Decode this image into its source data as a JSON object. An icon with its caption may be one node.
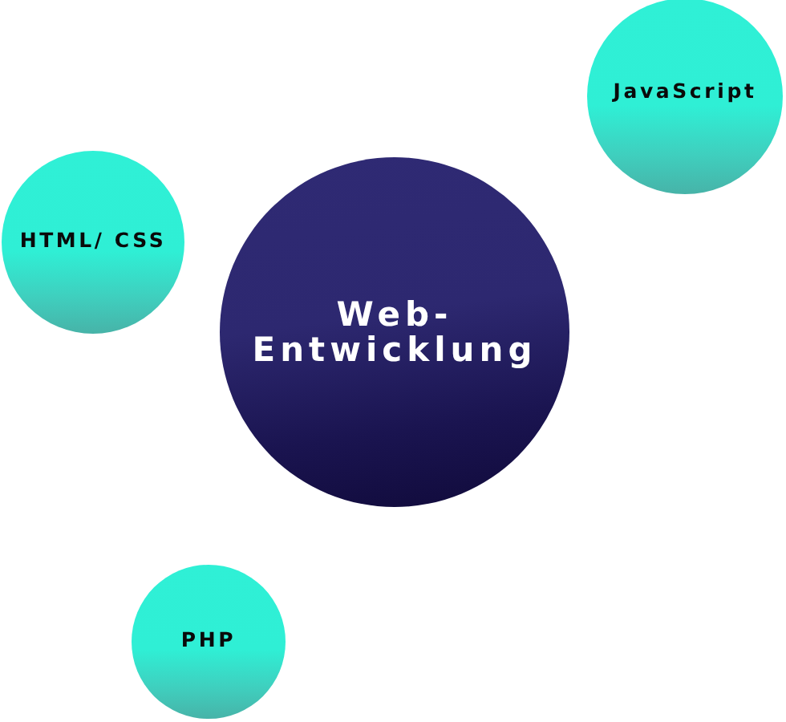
{
  "diagram": {
    "nodes": [
      {
        "text": [
          "JavaScript"
        ]
      },
      {
        "text": [
          "HTML/ CSS"
        ]
      },
      {
        "text": [
          "Web-Entwicklung"
        ]
      },
      {
        "text": [
          "PHP"
        ]
      }
    ]
  }
}
